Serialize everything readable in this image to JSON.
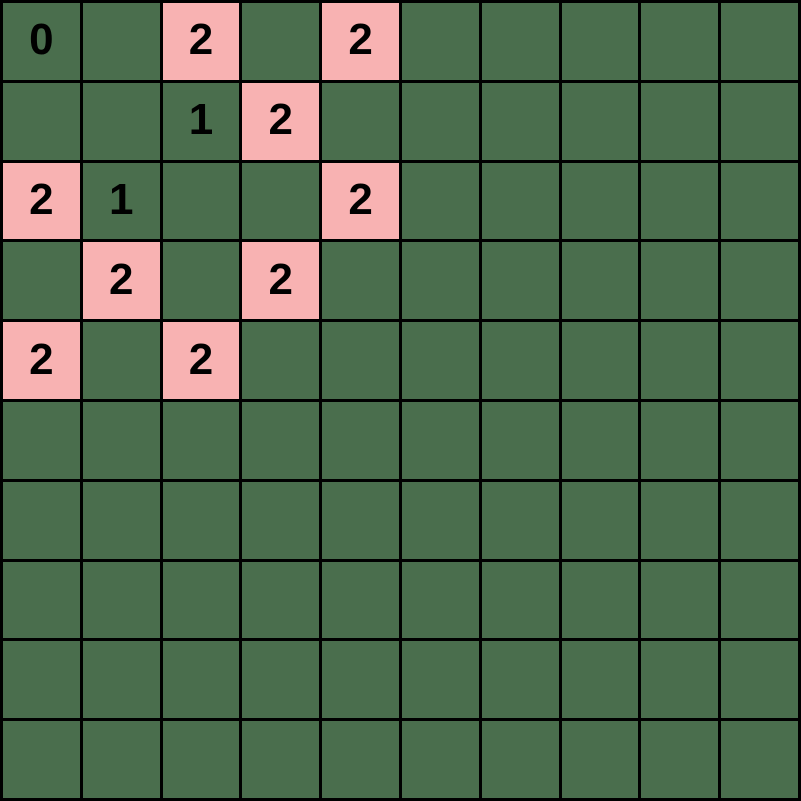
{
  "board": {
    "name": "minesweeper-grid",
    "rows": 10,
    "columns": 10,
    "colors": {
      "hidden_cell": "#4a6e4d",
      "revealed_cell": "#f8b2b2",
      "gridline": "#000000",
      "number_text": "#000000"
    },
    "cells": [
      [
        {
          "label": "0",
          "state": "revealed-green"
        },
        {
          "label": "",
          "state": "hidden"
        },
        {
          "label": "2",
          "state": "revealed-pink"
        },
        {
          "label": "",
          "state": "hidden"
        },
        {
          "label": "2",
          "state": "revealed-pink"
        },
        {
          "label": "",
          "state": "hidden"
        },
        {
          "label": "",
          "state": "hidden"
        },
        {
          "label": "",
          "state": "hidden"
        },
        {
          "label": "",
          "state": "hidden"
        },
        {
          "label": "",
          "state": "hidden"
        }
      ],
      [
        {
          "label": "",
          "state": "hidden"
        },
        {
          "label": "",
          "state": "hidden"
        },
        {
          "label": "1",
          "state": "revealed-green"
        },
        {
          "label": "2",
          "state": "revealed-pink"
        },
        {
          "label": "",
          "state": "hidden"
        },
        {
          "label": "",
          "state": "hidden"
        },
        {
          "label": "",
          "state": "hidden"
        },
        {
          "label": "",
          "state": "hidden"
        },
        {
          "label": "",
          "state": "hidden"
        },
        {
          "label": "",
          "state": "hidden"
        }
      ],
      [
        {
          "label": "2",
          "state": "revealed-pink"
        },
        {
          "label": "1",
          "state": "revealed-green"
        },
        {
          "label": "",
          "state": "hidden"
        },
        {
          "label": "",
          "state": "hidden"
        },
        {
          "label": "2",
          "state": "revealed-pink"
        },
        {
          "label": "",
          "state": "hidden"
        },
        {
          "label": "",
          "state": "hidden"
        },
        {
          "label": "",
          "state": "hidden"
        },
        {
          "label": "",
          "state": "hidden"
        },
        {
          "label": "",
          "state": "hidden"
        }
      ],
      [
        {
          "label": "",
          "state": "hidden"
        },
        {
          "label": "2",
          "state": "revealed-pink"
        },
        {
          "label": "",
          "state": "hidden"
        },
        {
          "label": "2",
          "state": "revealed-pink"
        },
        {
          "label": "",
          "state": "hidden"
        },
        {
          "label": "",
          "state": "hidden"
        },
        {
          "label": "",
          "state": "hidden"
        },
        {
          "label": "",
          "state": "hidden"
        },
        {
          "label": "",
          "state": "hidden"
        },
        {
          "label": "",
          "state": "hidden"
        }
      ],
      [
        {
          "label": "2",
          "state": "revealed-pink"
        },
        {
          "label": "",
          "state": "hidden"
        },
        {
          "label": "2",
          "state": "revealed-pink"
        },
        {
          "label": "",
          "state": "hidden"
        },
        {
          "label": "",
          "state": "hidden"
        },
        {
          "label": "",
          "state": "hidden"
        },
        {
          "label": "",
          "state": "hidden"
        },
        {
          "label": "",
          "state": "hidden"
        },
        {
          "label": "",
          "state": "hidden"
        },
        {
          "label": "",
          "state": "hidden"
        }
      ],
      [
        {
          "label": "",
          "state": "hidden"
        },
        {
          "label": "",
          "state": "hidden"
        },
        {
          "label": "",
          "state": "hidden"
        },
        {
          "label": "",
          "state": "hidden"
        },
        {
          "label": "",
          "state": "hidden"
        },
        {
          "label": "",
          "state": "hidden"
        },
        {
          "label": "",
          "state": "hidden"
        },
        {
          "label": "",
          "state": "hidden"
        },
        {
          "label": "",
          "state": "hidden"
        },
        {
          "label": "",
          "state": "hidden"
        }
      ],
      [
        {
          "label": "",
          "state": "hidden"
        },
        {
          "label": "",
          "state": "hidden"
        },
        {
          "label": "",
          "state": "hidden"
        },
        {
          "label": "",
          "state": "hidden"
        },
        {
          "label": "",
          "state": "hidden"
        },
        {
          "label": "",
          "state": "hidden"
        },
        {
          "label": "",
          "state": "hidden"
        },
        {
          "label": "",
          "state": "hidden"
        },
        {
          "label": "",
          "state": "hidden"
        },
        {
          "label": "",
          "state": "hidden"
        }
      ],
      [
        {
          "label": "",
          "state": "hidden"
        },
        {
          "label": "",
          "state": "hidden"
        },
        {
          "label": "",
          "state": "hidden"
        },
        {
          "label": "",
          "state": "hidden"
        },
        {
          "label": "",
          "state": "hidden"
        },
        {
          "label": "",
          "state": "hidden"
        },
        {
          "label": "",
          "state": "hidden"
        },
        {
          "label": "",
          "state": "hidden"
        },
        {
          "label": "",
          "state": "hidden"
        },
        {
          "label": "",
          "state": "hidden"
        }
      ],
      [
        {
          "label": "",
          "state": "hidden"
        },
        {
          "label": "",
          "state": "hidden"
        },
        {
          "label": "",
          "state": "hidden"
        },
        {
          "label": "",
          "state": "hidden"
        },
        {
          "label": "",
          "state": "hidden"
        },
        {
          "label": "",
          "state": "hidden"
        },
        {
          "label": "",
          "state": "hidden"
        },
        {
          "label": "",
          "state": "hidden"
        },
        {
          "label": "",
          "state": "hidden"
        },
        {
          "label": "",
          "state": "hidden"
        }
      ],
      [
        {
          "label": "",
          "state": "hidden"
        },
        {
          "label": "",
          "state": "hidden"
        },
        {
          "label": "",
          "state": "hidden"
        },
        {
          "label": "",
          "state": "hidden"
        },
        {
          "label": "",
          "state": "hidden"
        },
        {
          "label": "",
          "state": "hidden"
        },
        {
          "label": "",
          "state": "hidden"
        },
        {
          "label": "",
          "state": "hidden"
        },
        {
          "label": "",
          "state": "hidden"
        },
        {
          "label": "",
          "state": "hidden"
        }
      ]
    ]
  }
}
